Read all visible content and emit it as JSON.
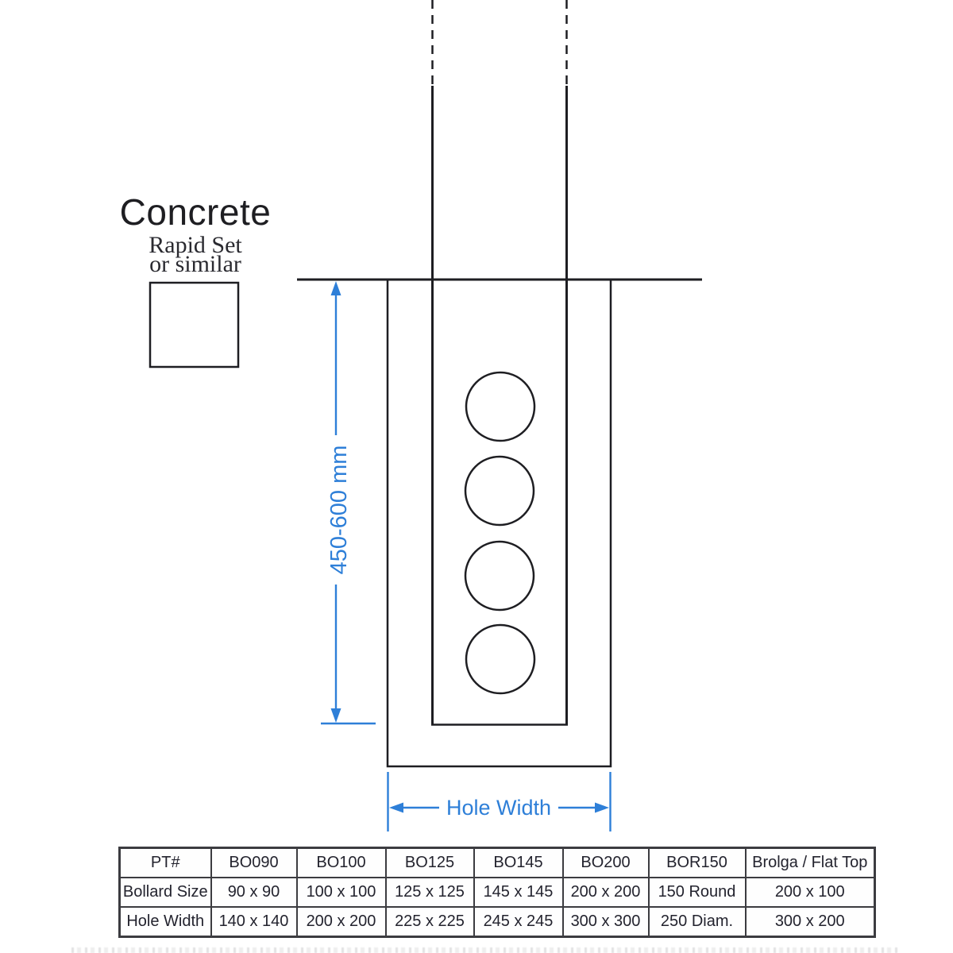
{
  "legend": {
    "material_title": "Concrete",
    "note_line1": "Rapid Set",
    "note_line2": "or similar"
  },
  "dimensions": {
    "depth_label": "450-600 mm",
    "hole_width_label": "Hole Width"
  },
  "colors": {
    "dimension_blue": "#2e7fd8",
    "drawing_black": "#1e1e22",
    "table_border_gray": "#3c3c40",
    "table_text": "#23232e"
  },
  "spec_table": {
    "columns": [
      "PT#",
      "BO090",
      "BO100",
      "BO125",
      "BO145",
      "BO200",
      "BOR150",
      "Brolga / Flat Top"
    ],
    "rows": [
      {
        "label": "Bollard Size",
        "values": [
          "90 x 90",
          "100 x 100",
          "125 x 125",
          "145 x 145",
          "200 x 200",
          "150 Round",
          "200 x 100"
        ]
      },
      {
        "label": "Hole Width",
        "values": [
          "140 x 140",
          "200 x 200",
          "225 x 225",
          "245 x 245",
          "300 x 300",
          "250 Diam.",
          "300 x 200"
        ]
      }
    ]
  }
}
